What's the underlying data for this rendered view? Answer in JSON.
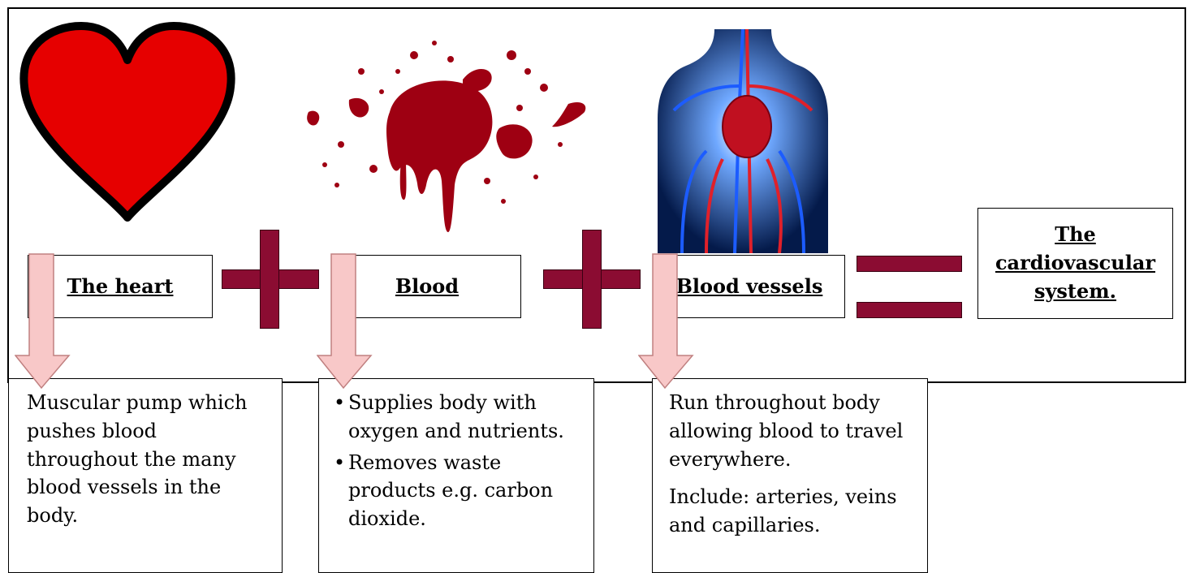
{
  "components": [
    {
      "label": "The heart",
      "image": "heart-icon"
    },
    {
      "label": "Blood",
      "image": "blood-splatter-image"
    },
    {
      "label": "Blood vessels",
      "image": "circulatory-system-image"
    }
  ],
  "result": {
    "label": "The cardiovascular system."
  },
  "operators": {
    "plus": "plus-icon",
    "equals": "equals-icon"
  },
  "descriptions": {
    "heart": "Muscular pump which pushes blood throughout the many blood vessels in the body.",
    "blood": [
      "Supplies body with oxygen and nutrients.",
      "Removes waste products e.g. carbon dioxide."
    ],
    "vessels": [
      "Run throughout body allowing blood to travel everywhere.",
      "Include: arteries, veins and capillaries."
    ]
  },
  "colors": {
    "operator": "#8b0c32",
    "heart": "#e60000",
    "arrow_fill": "#f8c8c8",
    "arrow_stroke": "#c08080"
  }
}
